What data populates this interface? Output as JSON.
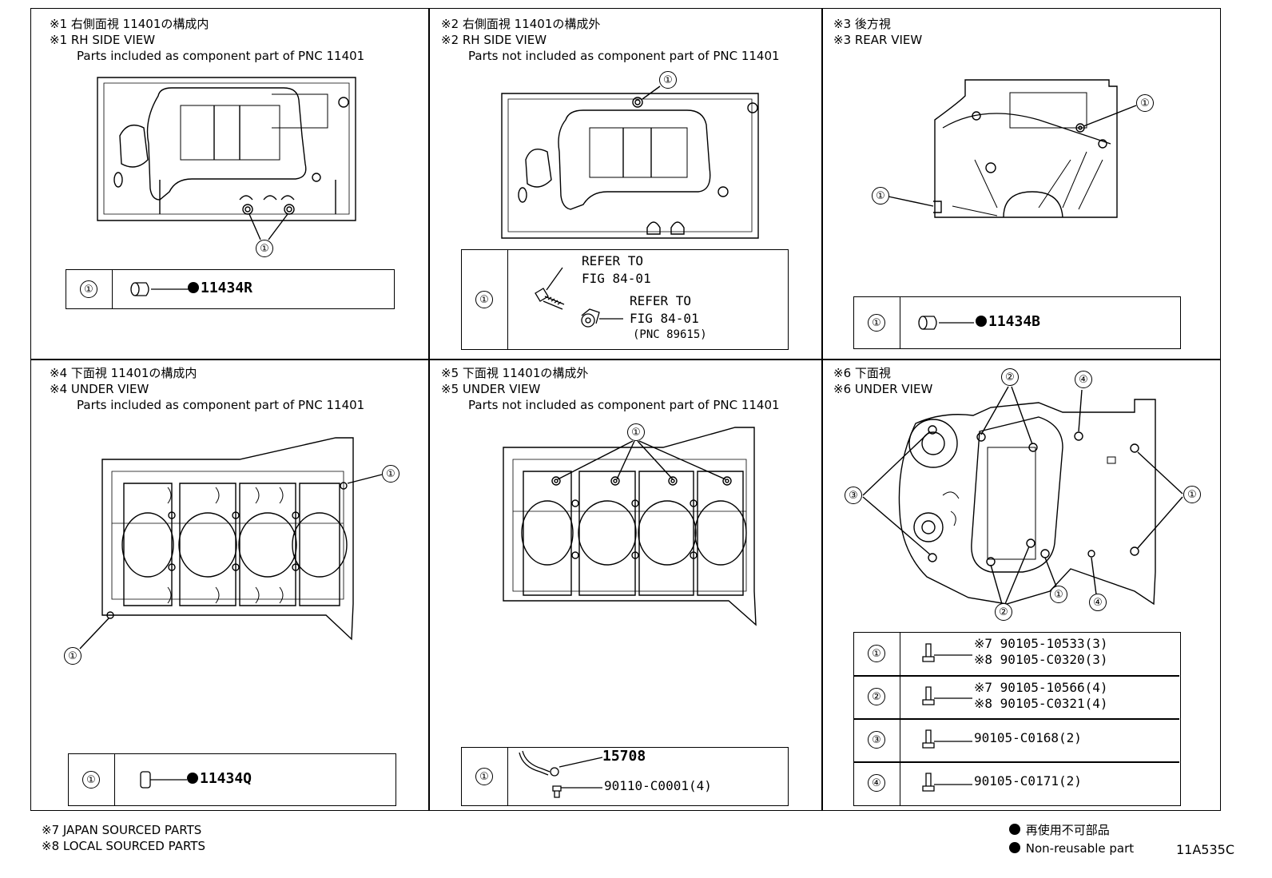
{
  "panels": [
    {
      "ja": "※1 右側面視 11401の構成内",
      "en": "※1 RH SIDE VIEW",
      "note": "Parts included as component part of PNC 11401"
    },
    {
      "ja": "※2 右側面視 11401の構成外",
      "en": "※2 RH SIDE VIEW",
      "note": "Parts not included as component part of PNC 11401"
    },
    {
      "ja": "※3 後方視",
      "en": "※3 REAR VIEW",
      "note": ""
    },
    {
      "ja": "※4 下面視 11401の構成内",
      "en": "※4 UNDER VIEW",
      "note": "Parts included as component part of PNC 11401"
    },
    {
      "ja": "※5 下面視 11401の構成外",
      "en": "※5 UNDER VIEW",
      "note": "Parts not included as component part of PNC 11401"
    },
    {
      "ja": "※6 下面視",
      "en": "※6 UNDER VIEW",
      "note": ""
    }
  ],
  "callouts": {
    "one": "①",
    "two": "②",
    "three": "③",
    "four": "④"
  },
  "parts": {
    "p1": "11434R",
    "p2_refer_a": "REFER TO",
    "p2_fig_a": "FIG 84-01",
    "p2_refer_b": "REFER TO",
    "p2_fig_b": "FIG 84-01",
    "p2_pnc": "(PNC 89615)",
    "p3": "11434B",
    "p4": "11434Q",
    "p5_a": "15708",
    "p5_b": "90110-C0001(4)",
    "p6_r1a": "※7 90105-10533(3)",
    "p6_r1b": "※8 90105-C0320(3)",
    "p6_r2a": "※7 90105-10566(4)",
    "p6_r2b": "※8 90105-C0321(4)",
    "p6_r3": "90105-C0168(2)",
    "p6_r4": "90105-C0171(2)"
  },
  "footer": {
    "n7": "※7 JAPAN SOURCED PARTS",
    "n8": "※8 LOCAL SOURCED PARTS",
    "legend_ja": "再使用不可部品",
    "legend_en": "Non-reusable part",
    "code": "11A535C"
  }
}
